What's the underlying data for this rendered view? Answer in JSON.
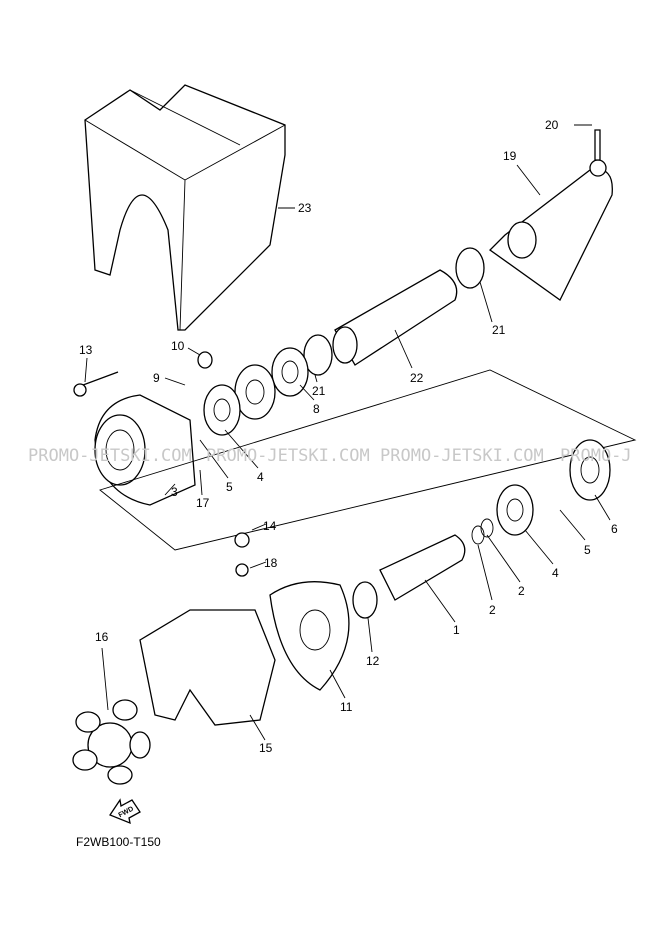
{
  "watermark": [
    "PROMO-JETSKI.COM",
    "PROMO-JETSKI.COM",
    "PROMO-JETSKI.COM",
    "PROMO-J"
  ],
  "callouts": [
    "23",
    "20",
    "19",
    "21",
    "22",
    "21",
    "8",
    "4",
    "5",
    "13",
    "10",
    "9",
    "17",
    "3",
    "6",
    "5",
    "4",
    "2",
    "2",
    "1",
    "12",
    "14",
    "18",
    "11",
    "15",
    "16"
  ],
  "fwd_arrow_label": "FWD",
  "diagram_code": "F2WB100-T150"
}
